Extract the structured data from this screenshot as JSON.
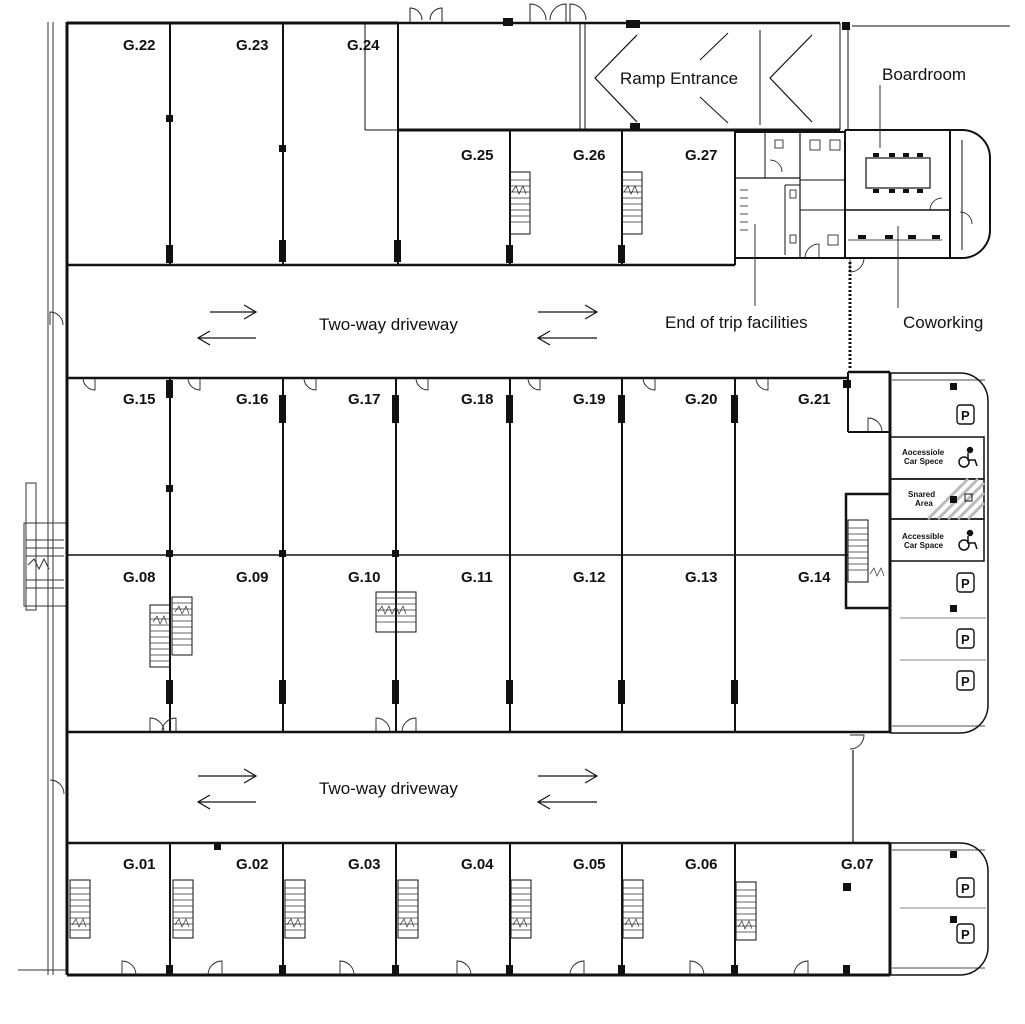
{
  "units": {
    "top_row": [
      "G.22",
      "G.23",
      "G.24"
    ],
    "second_row": [
      "G.25",
      "G.26",
      "G.27"
    ],
    "middle_north": [
      "G.15",
      "G.16",
      "G.17",
      "G.18",
      "G.19",
      "G.20",
      "G.21"
    ],
    "middle_south": [
      "G.08",
      "G.09",
      "G.10",
      "G.11",
      "G.12",
      "G.13",
      "G.14"
    ],
    "bottom_row": [
      "G.01",
      "G.02",
      "G.03",
      "G.04",
      "G.05",
      "G.06",
      "G.07"
    ]
  },
  "labels": {
    "ramp_entrance": "Ramp Entrance",
    "boardroom": "Boardroom",
    "end_of_trip": "End of trip facilities",
    "coworking": "Coworking",
    "driveway_upper": "Two-way driveway",
    "driveway_lower": "Two-way driveway",
    "accessible_1_line1": "Aocessiole",
    "accessible_1_line2": "Car Spece",
    "shared_line1": "Snared",
    "shared_line2": "Area",
    "accessible_2_line1": "Accessible",
    "accessible_2_line2": "Car Space",
    "parking_letter": "P"
  },
  "colors": {
    "wall": "#111111",
    "thin_line": "#333333",
    "background": "#ffffff"
  },
  "icons": [
    "door-swing-icon",
    "stair-icon",
    "parking-sign-icon",
    "wheelchair-icon",
    "arrow-right-icon",
    "arrow-left-icon"
  ]
}
